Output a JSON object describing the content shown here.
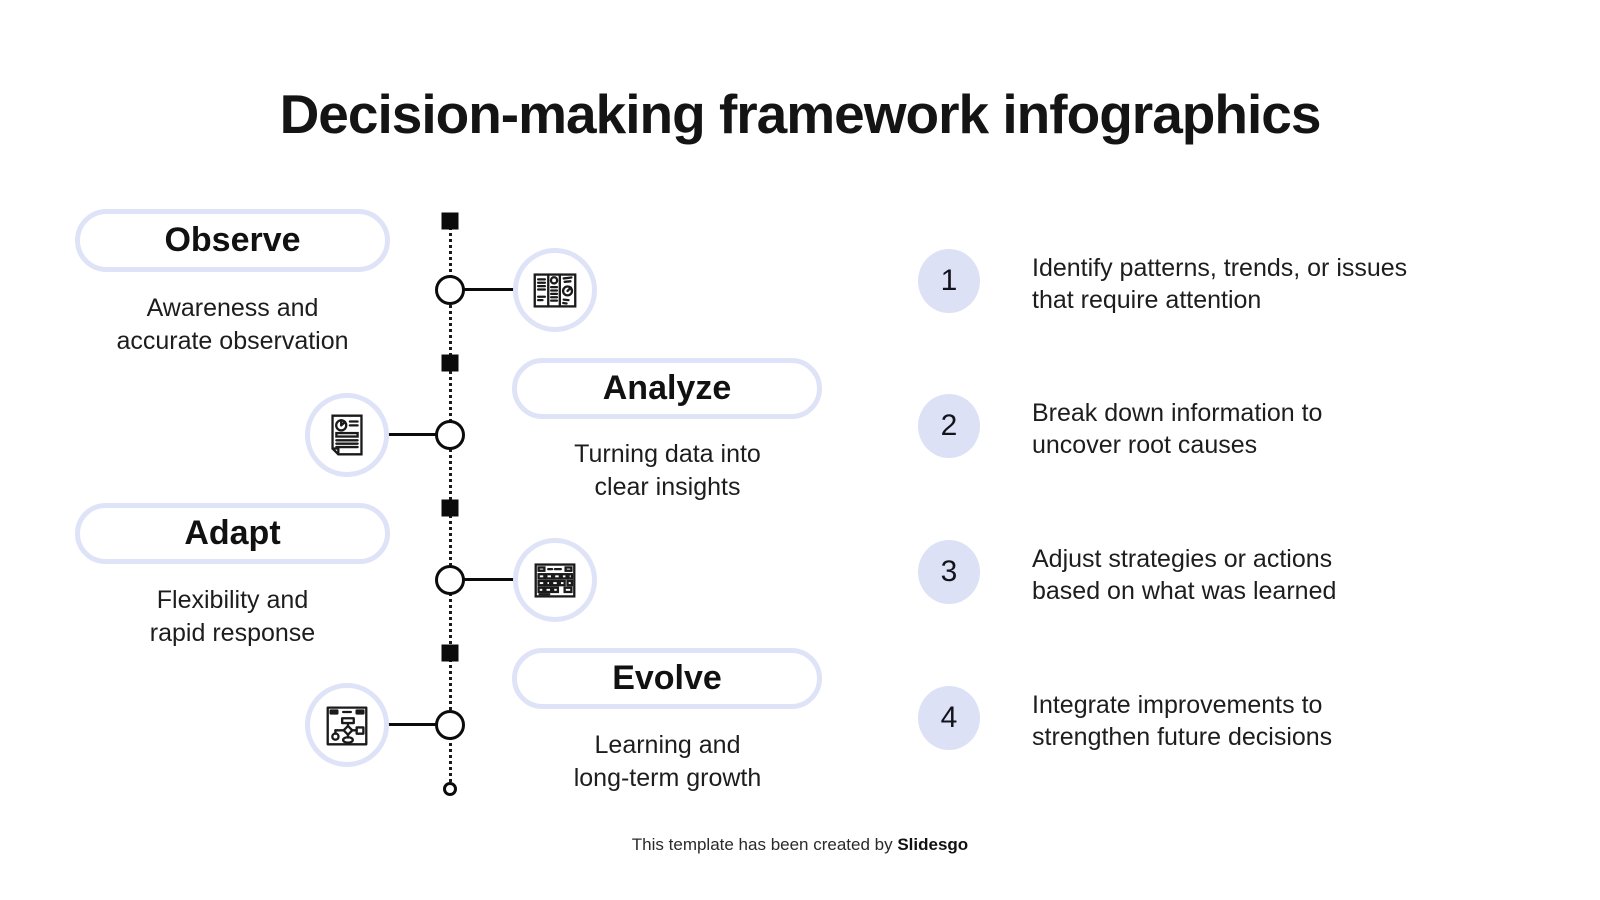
{
  "title": "Decision-making framework infographics",
  "steps": [
    {
      "label": "Observe",
      "description": "Awareness and\naccurate observation",
      "icon": "newspaper-report-icon",
      "number": "1",
      "detail": "Identify patterns, trends, or issues\nthat require attention"
    },
    {
      "label": "Analyze",
      "description": "Turning data into\nclear insights",
      "icon": "document-chart-icon",
      "number": "2",
      "detail": "Break down information to\nuncover root causes"
    },
    {
      "label": "Adapt",
      "description": "Flexibility and\nrapid response",
      "icon": "data-table-icon",
      "number": "3",
      "detail": "Adjust strategies or actions\nbased on what was learned"
    },
    {
      "label": "Evolve",
      "description": "Learning and\nlong-term growth",
      "icon": "flowchart-icon",
      "number": "4",
      "detail": "Integrate improvements to\nstrengthen future decisions"
    }
  ],
  "footer": {
    "text": "This template has been created by ",
    "brand": "Slidesgo"
  },
  "colors": {
    "accent_border": "#dfe3f7",
    "number_bg": "#dce1f6",
    "ink": "#1a1a1a"
  }
}
